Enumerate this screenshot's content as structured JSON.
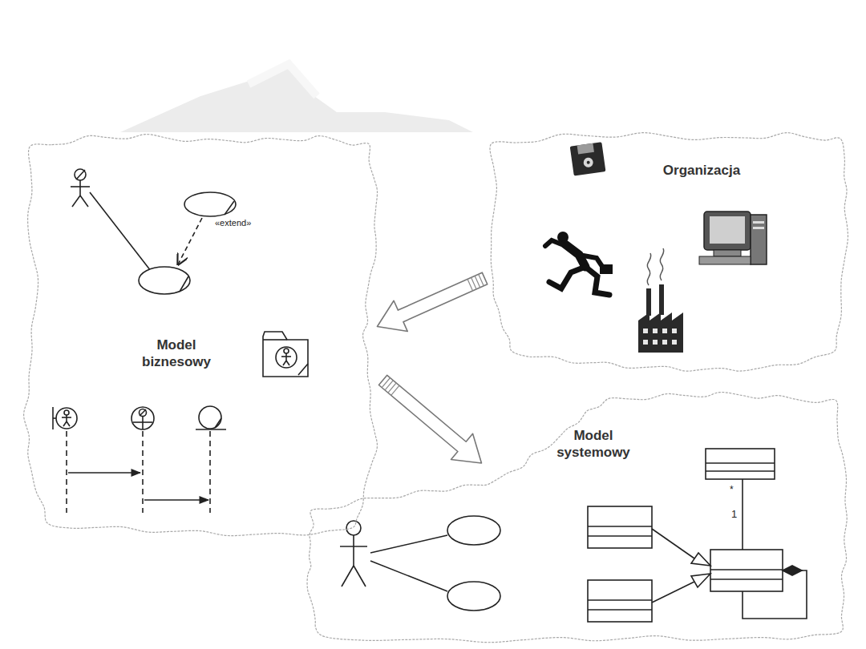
{
  "diagram": {
    "nodes": [
      {
        "text": [
          "Model biznesowy"
        ]
      },
      {
        "text": [
          "Organizacja"
        ]
      },
      {
        "text": [
          "Model systemowy"
        ]
      }
    ],
    "edges": [
      {
        "from": 1,
        "to": 0,
        "arrow": "to"
      },
      {
        "from": 0,
        "to": 2,
        "arrow": "to"
      }
    ],
    "labels": [
      "«extend»",
      "*",
      "1"
    ]
  }
}
